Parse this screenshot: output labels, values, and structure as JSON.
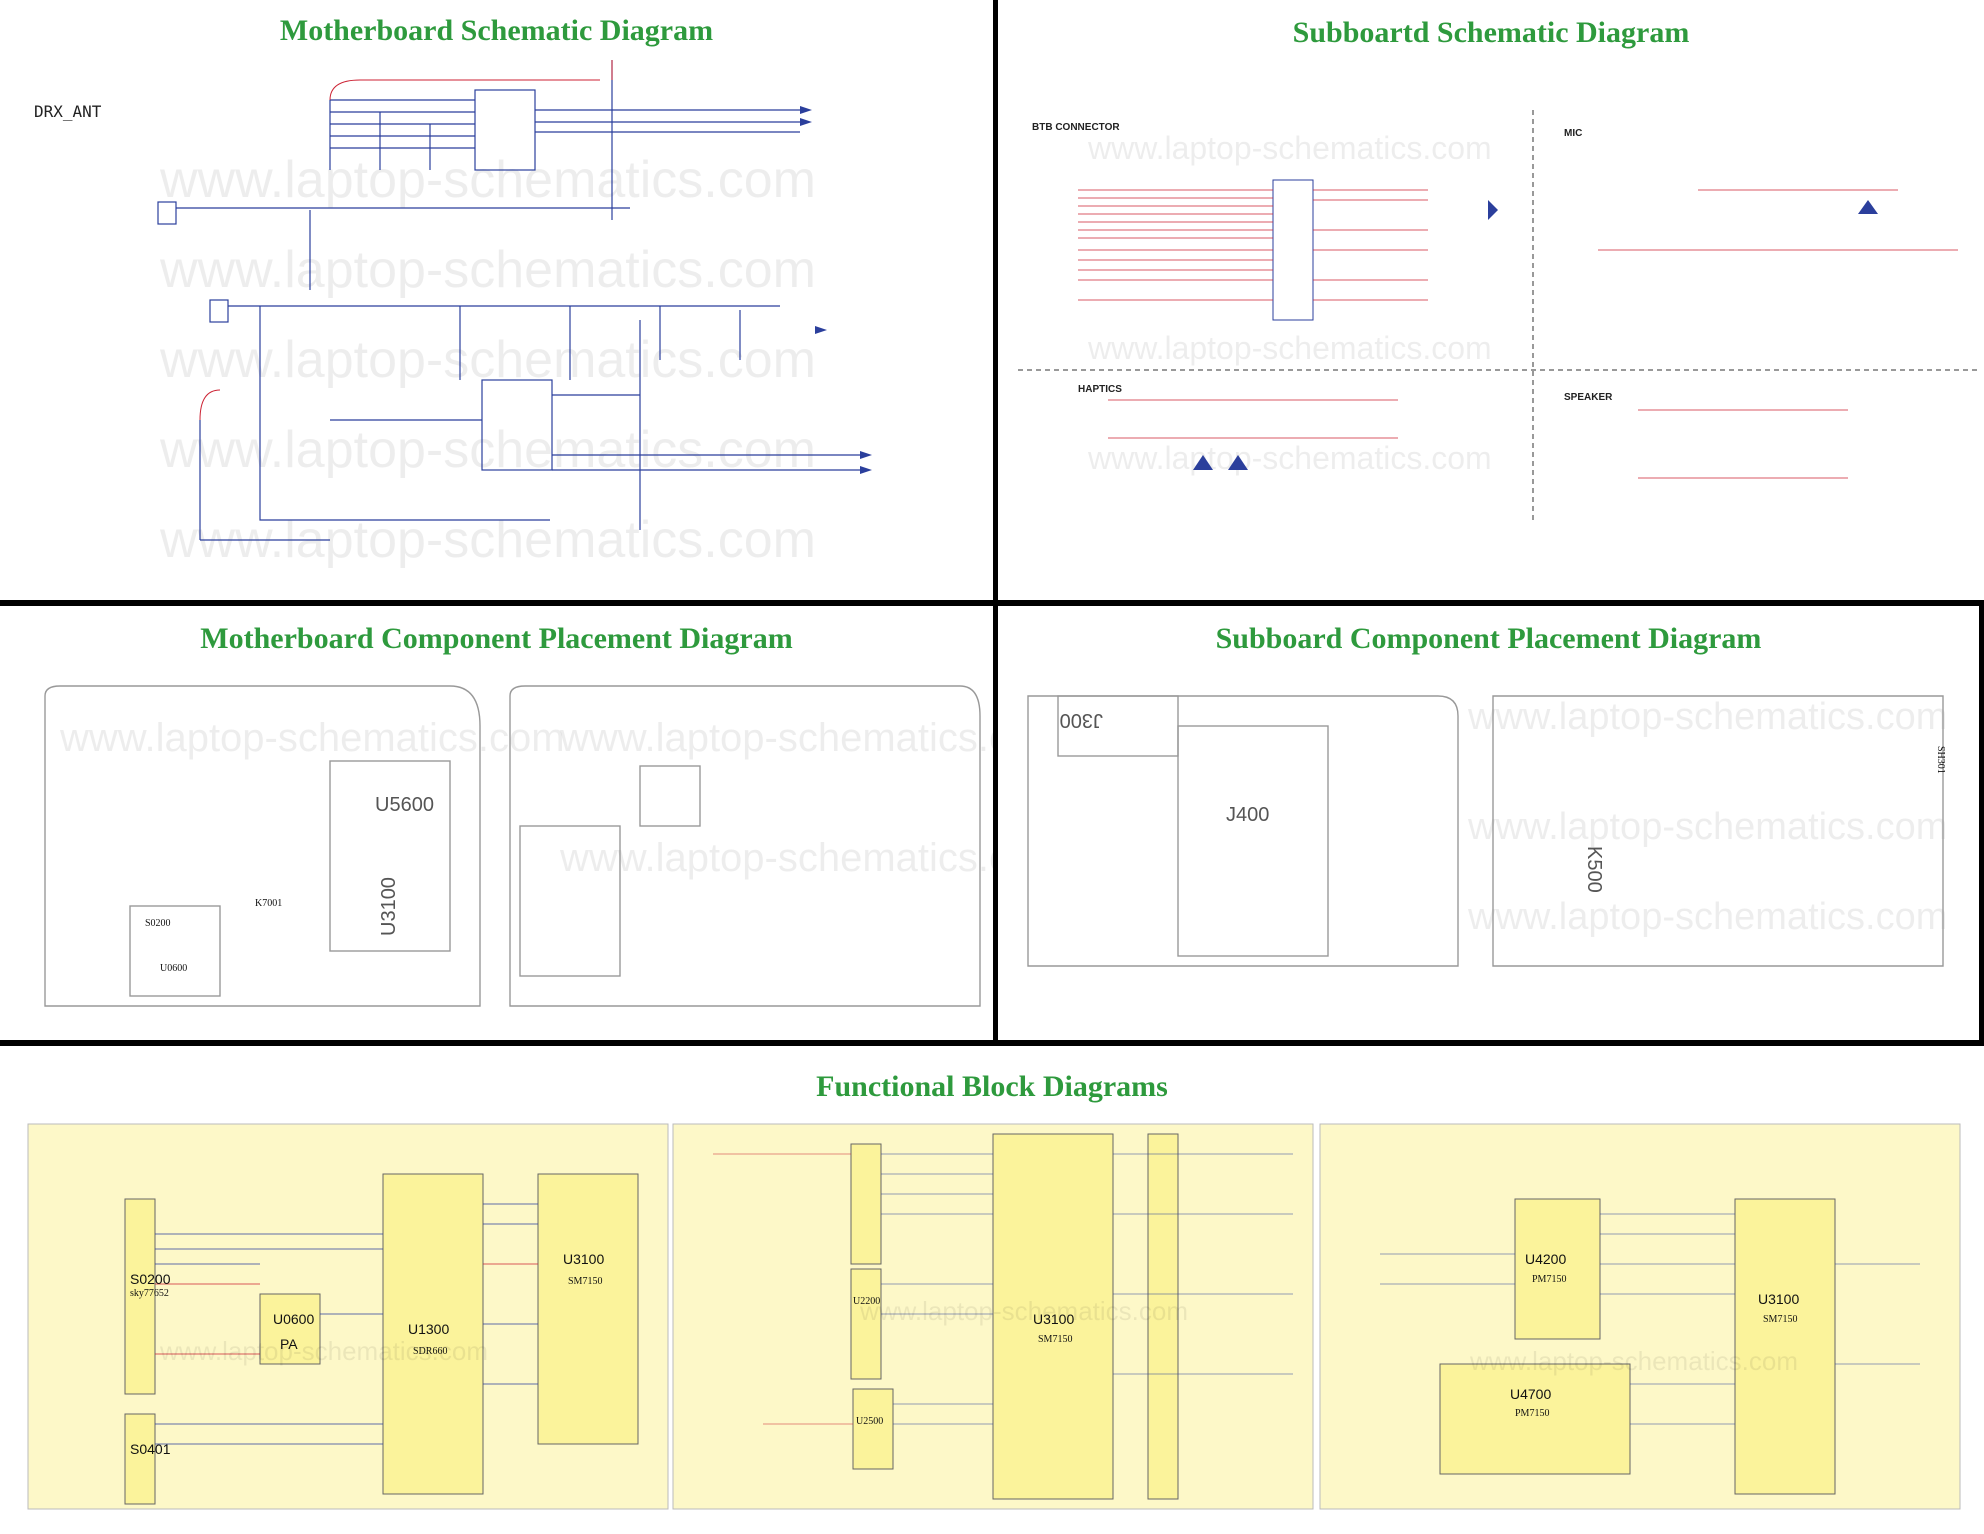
{
  "panels": {
    "mb_schematic": {
      "title": "Motherboard Schematic Diagram",
      "net_label": "DRX_ANT"
    },
    "sub_schematic": {
      "title": "Subboartd Schematic Diagram",
      "sections": {
        "btb": "BTB CONNECTOR",
        "mic": "MIC",
        "haptics": "HAPTICS",
        "speaker": "SPEAKER"
      }
    },
    "mb_placement": {
      "title": "Motherboard Component Placement Diagram",
      "labels": {
        "u5600": "U5600",
        "u3100": "U3100",
        "k7001": "K7001",
        "s0200": "S0200",
        "u0600": "U0600"
      }
    },
    "sub_placement": {
      "title": "Subboard Component Placement Diagram",
      "labels": {
        "j300": "J300",
        "j400": "J400",
        "k500": "K500",
        "sh301": "SH301"
      }
    },
    "block": {
      "title": "Functional Block Diagrams",
      "left": {
        "s0200": "S0200",
        "s0200_sub": "sky77652",
        "s0401": "S0401",
        "s0401_sub": "",
        "u0600": "U0600",
        "u0600_sub": "PA",
        "u1300": "U1300",
        "u1300_sub": "SDR660",
        "u3100": "U3100",
        "u3100_sub": "SM7150"
      },
      "middle": {
        "u2200": "U2200",
        "u2500": "U2500",
        "u3100": "U3100",
        "u3100_sub": "SM7150"
      },
      "right": {
        "u4200": "U4200",
        "u4200_sub": "PM7150",
        "u4700": "U4700",
        "u4700_sub": "PM7150",
        "u3100": "U3100",
        "u3100_sub": "SM7150"
      }
    }
  },
  "watermark_text": "www.laptop-schematics.com",
  "colors": {
    "title": "#2e9a3d",
    "block_fill": "#fdf8c8",
    "chip_fill": "#fbf39b",
    "wire_red": "#cc2233",
    "wire_blue": "#2b3f9c"
  }
}
